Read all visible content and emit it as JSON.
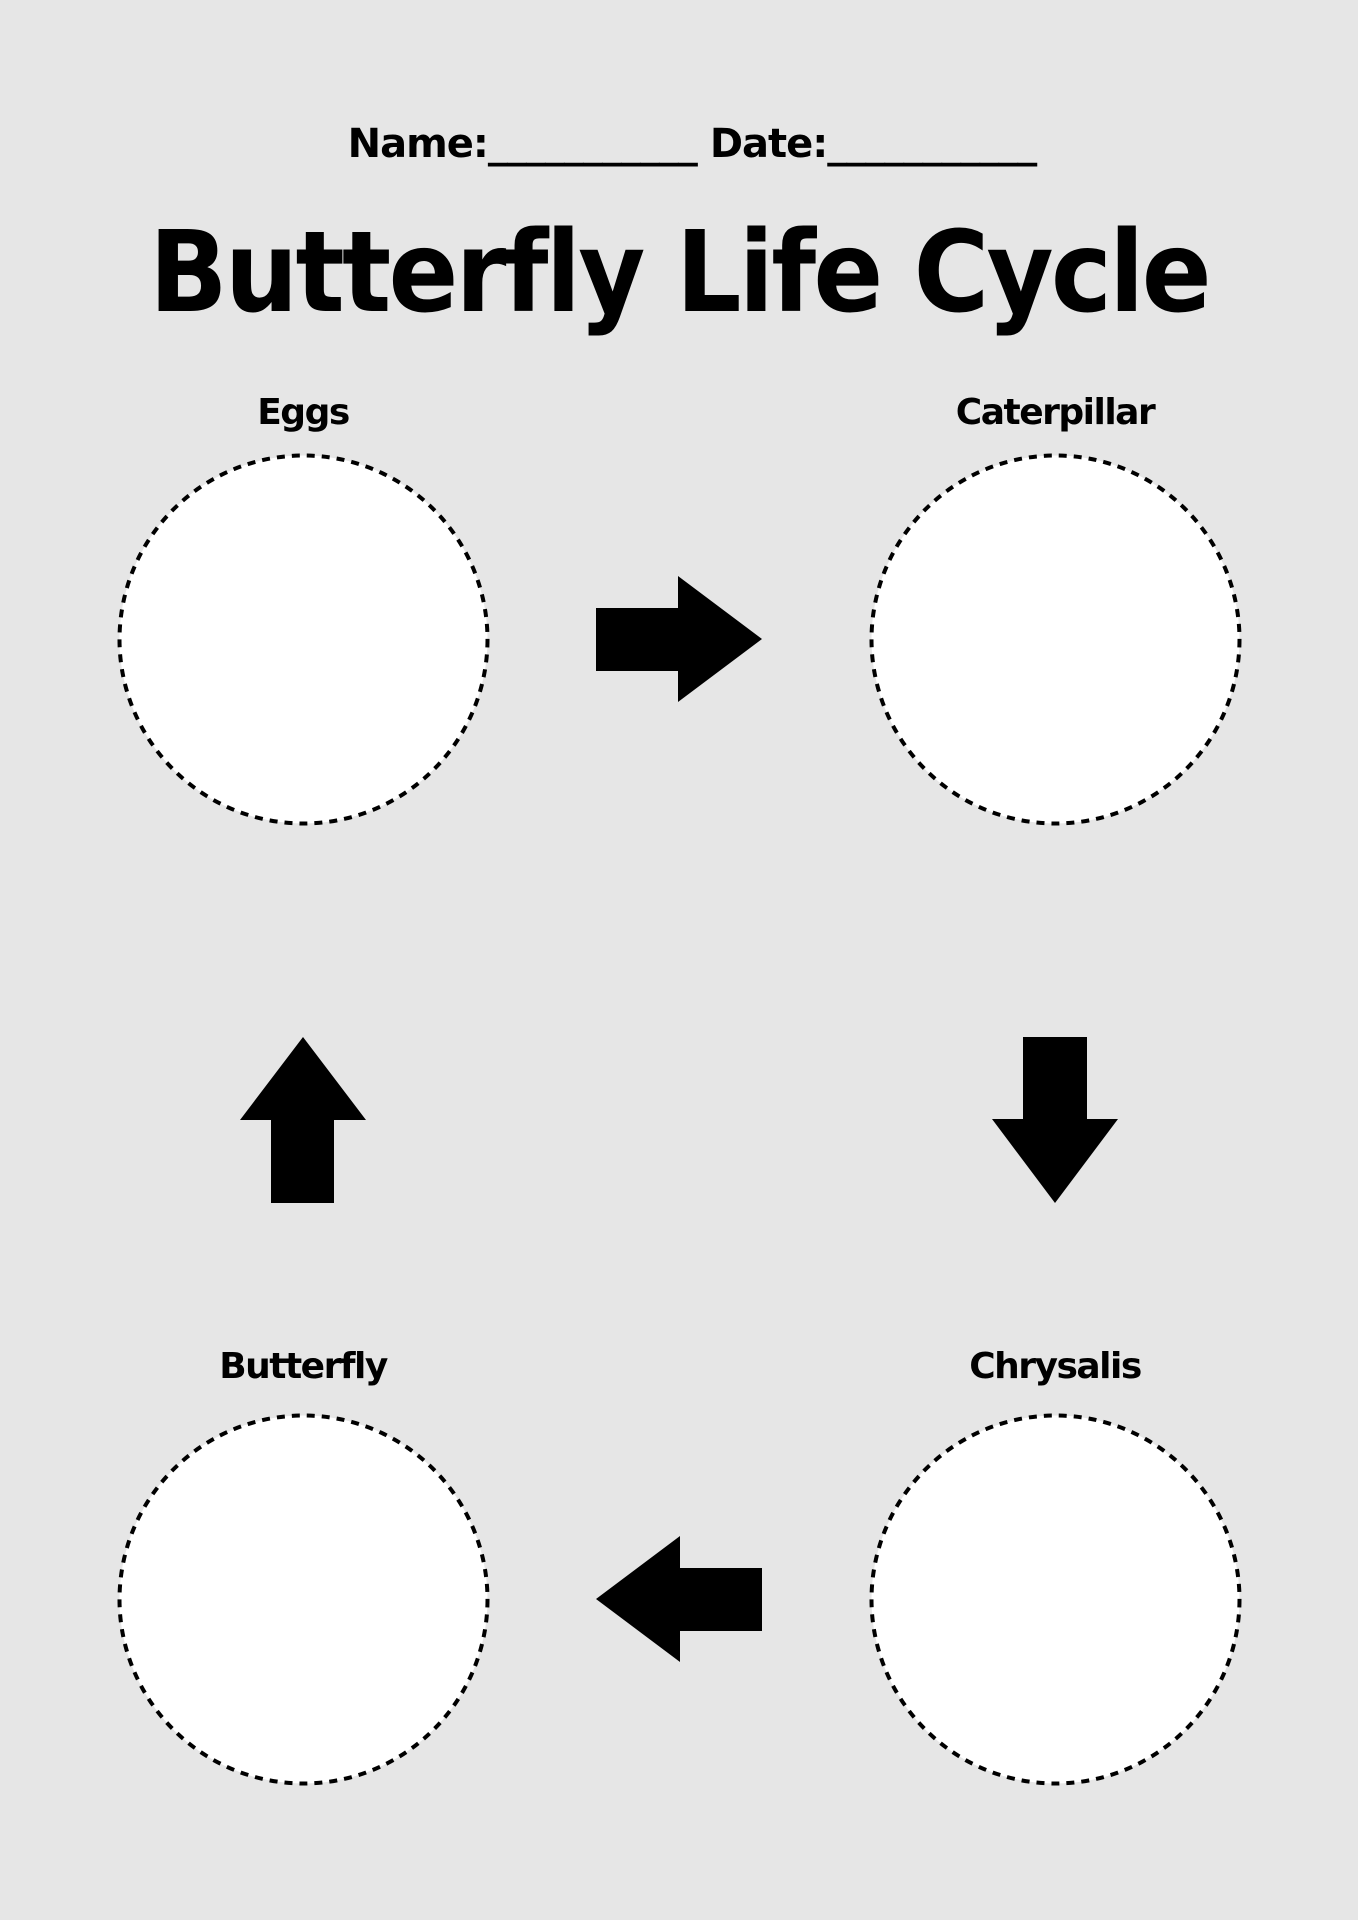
{
  "worksheet": {
    "name_label": "Name",
    "name_blank": "___________",
    "date_label": "Date",
    "date_blank": "___________",
    "separator": ":",
    "title": "Butterfly Life Cycle"
  },
  "stages": [
    {
      "label": "Eggs",
      "position": "top-left"
    },
    {
      "label": "Caterpillar",
      "position": "top-right"
    },
    {
      "label": "Chrysalis",
      "position": "bottom-right"
    },
    {
      "label": "Butterfly",
      "position": "bottom-left"
    }
  ],
  "arrows": [
    {
      "icon": "arrow-right-icon",
      "from": "Eggs",
      "to": "Caterpillar"
    },
    {
      "icon": "arrow-down-icon",
      "from": "Caterpillar",
      "to": "Chrysalis"
    },
    {
      "icon": "arrow-left-icon",
      "from": "Chrysalis",
      "to": "Butterfly"
    },
    {
      "icon": "arrow-up-icon",
      "from": "Butterfly",
      "to": "Eggs"
    }
  ],
  "colors": {
    "background": "#e6e6e6",
    "circle_fill": "#ffffff",
    "ink": "#000000"
  }
}
